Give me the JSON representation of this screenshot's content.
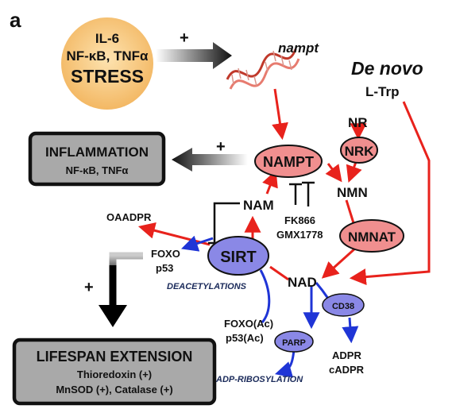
{
  "panel_label": "a",
  "stress": {
    "line1": "IL-6",
    "line2": "NF-κB, TNFα",
    "line3": "STRESS",
    "plus": "+"
  },
  "gene": {
    "label": "nampt"
  },
  "de_novo": {
    "title": "De novo",
    "substrate": "L-Trp"
  },
  "inflammation": {
    "title": "INFLAMMATION",
    "subtitle": "NF-κB, TNFα",
    "plus": "+"
  },
  "lifespan": {
    "title": "LIFESPAN EXTENSION",
    "line1": "Thioredoxin (+)",
    "line2": "MnSOD (+), Catalase (+)",
    "plus": "+"
  },
  "nodes": {
    "nampt": "NAMPT",
    "nrk": "NRK",
    "nmnat": "NMNAT",
    "sirt": "SIRT",
    "cd38": "CD38",
    "parp": "PARP"
  },
  "metabolites": {
    "nr": "NR",
    "nmn": "NMN",
    "nam": "NAM",
    "nad": "NAD",
    "oaadpr": "OAADPR",
    "adpr": "ADPR",
    "cadpr": "cADPR"
  },
  "inhibitors": {
    "line1": "FK866",
    "line2": "GMX1778"
  },
  "targets": {
    "foxo": "FOXO",
    "p53": "p53",
    "foxo_ac": "FOXO(Ac)",
    "p53_ac": "p53(Ac)"
  },
  "processes": {
    "deacetylations": "DEACETYLATIONS",
    "adp_ribosylation": "ADP-RIBOSYLATION"
  },
  "colors": {
    "red_arrow": "#e8221c",
    "blue_arrow": "#1f35d6",
    "pink_node": "#f08f8f",
    "purple_node": "#8a88e6",
    "box_fill": "#a9a9a9",
    "stress_fill": "#f7c97a"
  }
}
